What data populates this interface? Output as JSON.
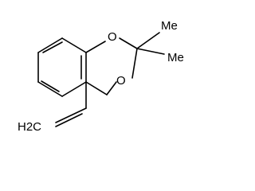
{
  "molecule": {
    "atoms": {
      "oxygen_top": "O",
      "oxygen_bottom": "O",
      "methyl_1": "Me",
      "methyl_2": "Me",
      "vinyl_terminal": "H2C"
    }
  }
}
